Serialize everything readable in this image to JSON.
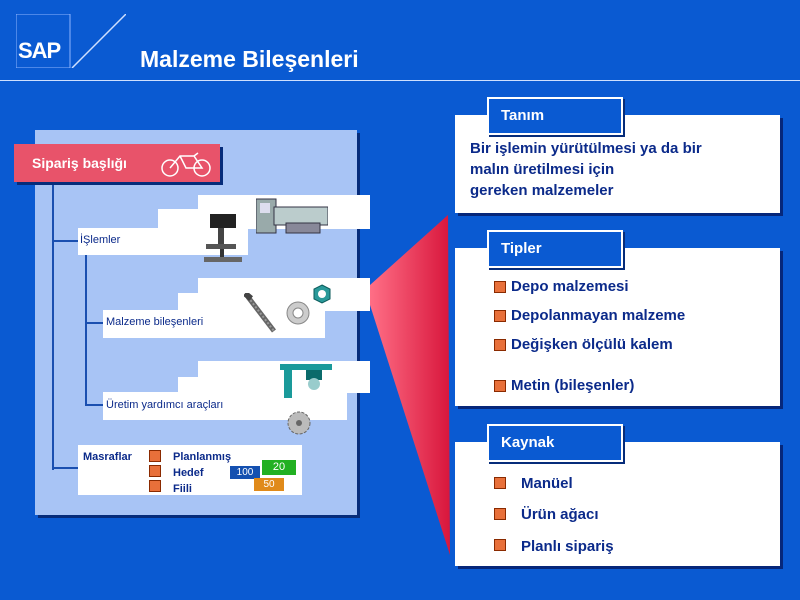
{
  "header": {
    "logo": "SAP",
    "title": "Malzeme Bileşenleri"
  },
  "left": {
    "order_header": "Sipariş başlığı",
    "operations": "İŞlemler",
    "components": "Malzeme bileşenleri",
    "prt": "Üretim yardımcı araçları",
    "costs": {
      "label": "Masraflar",
      "items": [
        "Planlanmış",
        "Hedef",
        "Fiili"
      ],
      "values": {
        "target": "100",
        "planned": "20",
        "actual": "50"
      }
    }
  },
  "right": {
    "definition": {
      "tab": "Tanım",
      "lines": [
        "Bir işlemin yürütülmesi ya da bir",
        "malın üretilmesi için",
        "gereken malzemeler"
      ]
    },
    "types": {
      "tab": "Tipler",
      "items": [
        "Depo malzemesi",
        "Depolanmayan malzeme",
        "Değişken ölçülü kalem",
        "Metin (bileşenler)"
      ]
    },
    "source": {
      "tab": "Kaynak",
      "items": [
        "Manüel",
        "Ürün ağacı",
        "Planlı sipariş"
      ]
    }
  },
  "colors": {
    "background": "#0a5ad2",
    "panel": "#a8c4f5",
    "accent_red": "#e8536a",
    "bullet": "#e8703a",
    "text_dark": "#0b2a8a"
  }
}
